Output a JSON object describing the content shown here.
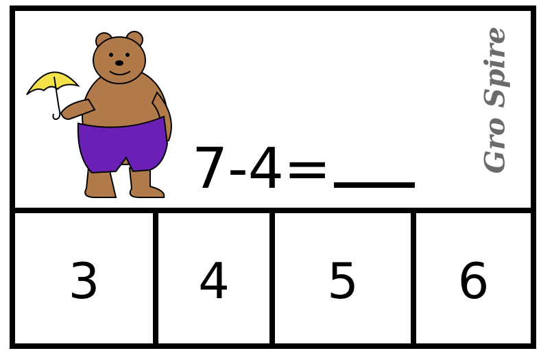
{
  "question": {
    "equation_text": "7-4="
  },
  "illustration": {
    "subject": "bear-with-umbrella-icon",
    "colors": {
      "fur": "#b07a4a",
      "shorts": "#6a1fb5",
      "umbrella": "#f3e24a"
    }
  },
  "brand": {
    "text": "Gro Spire",
    "color": "#6b6b6b"
  },
  "answers": [
    {
      "label": "3"
    },
    {
      "label": "4"
    },
    {
      "label": "5"
    },
    {
      "label": "6"
    }
  ]
}
